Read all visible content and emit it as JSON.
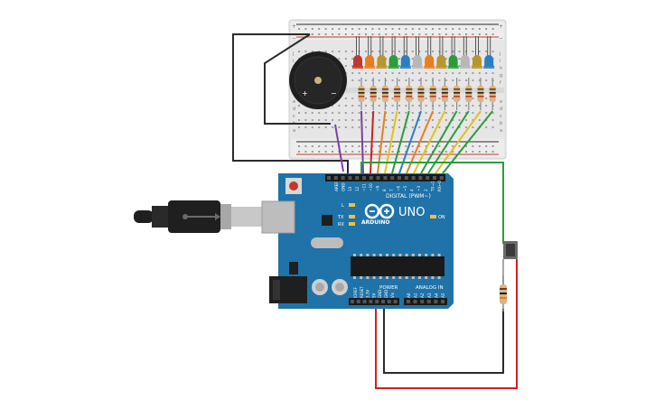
{
  "board": {
    "brand": "ARDUINO",
    "model": "UNO",
    "digital_label": "DIGITAL (PWM~)",
    "power_label": "POWER",
    "analog_label": "ANALOG IN",
    "on_label": "ON",
    "l_label": "L",
    "tx_label": "TX",
    "rx_label": "RX",
    "header_pins": [
      "AREF",
      "GND",
      "13",
      "12",
      "~11",
      "~10",
      "~9",
      "8",
      "7",
      "~6",
      "~5",
      "4",
      "~3",
      "2",
      "TX→1",
      "RX←0"
    ],
    "power_pins": [
      "IOREF",
      "RESET",
      "3.3V",
      "5V",
      "GND",
      "GND",
      "Vin"
    ],
    "analog_pins": [
      "A0",
      "A1",
      "A2",
      "A3",
      "A4",
      "A5"
    ]
  },
  "breadboard": {
    "row_letters": [
      "a",
      "b",
      "c",
      "d",
      "e",
      "f",
      "g",
      "h",
      "i",
      "j"
    ],
    "rail_plus": "+",
    "rail_minus": "−"
  },
  "buzzer": {
    "plus_label": "+",
    "minus_label": "−"
  },
  "leds": [
    {
      "color": "#c0392b"
    },
    {
      "color": "#e67e22"
    },
    {
      "color": "#b8962e"
    },
    {
      "color": "#2a9d3a"
    },
    {
      "color": "#2a7fc2"
    },
    {
      "color": "#b7b7b7"
    },
    {
      "color": "#e67e22"
    },
    {
      "color": "#b8962e"
    },
    {
      "color": "#2a9d3a"
    },
    {
      "color": "#b7b7b7"
    },
    {
      "color": "#b8962e"
    },
    {
      "color": "#2a7fc2"
    }
  ],
  "wires": [
    {
      "color": "#7b3fa6"
    },
    {
      "color": "#d02020"
    },
    {
      "color": "#e67e22"
    },
    {
      "color": "#e2c21a"
    },
    {
      "color": "#2a9d3a"
    },
    {
      "color": "#2a7fc2"
    },
    {
      "color": "#e67e22"
    },
    {
      "color": "#e2c21a"
    },
    {
      "color": "#2a9d3a"
    },
    {
      "color": "#2a9d3a"
    },
    {
      "color": "#e2c21a"
    },
    {
      "color": "#2a9d3a"
    }
  ],
  "colors": {
    "board": "#1f73a8",
    "board_dark": "#165d8a",
    "breadboard": "#e8e8e8",
    "wire_black": "#2b2b2b",
    "wire_red": "#d02020",
    "wire_green": "#2a9d3a"
  }
}
